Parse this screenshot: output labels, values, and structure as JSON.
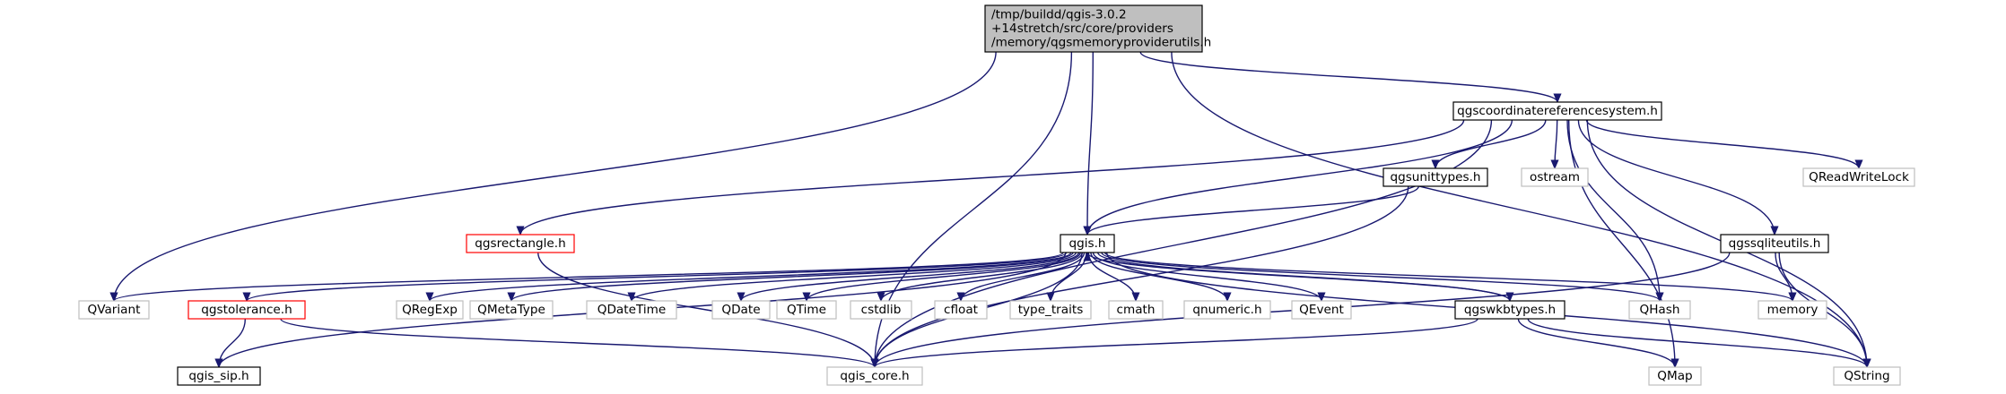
{
  "diagram": {
    "title": "",
    "colors": {
      "edge": "#191970",
      "root_fill": "#bfbfbf",
      "documented_border": "#000000",
      "truncated_border": "#ff0000",
      "external_border": "#bfbfbf",
      "external_text": "#000000"
    },
    "nodes": [
      {
        "id": "root",
        "label": "/tmp/buildd/qgis-3.0.2\n+14stretch/src/core/providers\n/memory/qgsmemoryproviderutils.h",
        "kind": "root"
      },
      {
        "id": "crs",
        "label": "qgscoordinatereferencesystem.h",
        "kind": "documented"
      },
      {
        "id": "unittypes",
        "label": "qgsunittypes.h",
        "kind": "documented"
      },
      {
        "id": "ostream",
        "label": "ostream",
        "kind": "external"
      },
      {
        "id": "qreadwritelock",
        "label": "QReadWriteLock",
        "kind": "external"
      },
      {
        "id": "sqliteutils",
        "label": "qgssqliteutils.h",
        "kind": "documented"
      },
      {
        "id": "rectangle",
        "label": "qgsrectangle.h",
        "kind": "truncated"
      },
      {
        "id": "qgis",
        "label": "qgis.h",
        "kind": "documented"
      },
      {
        "id": "qvariant",
        "label": "QVariant",
        "kind": "external"
      },
      {
        "id": "tolerance",
        "label": "qgstolerance.h",
        "kind": "truncated"
      },
      {
        "id": "qregexp",
        "label": "QRegExp",
        "kind": "external"
      },
      {
        "id": "qmetatype",
        "label": "QMetaType",
        "kind": "external"
      },
      {
        "id": "qdatetime",
        "label": "QDateTime",
        "kind": "external"
      },
      {
        "id": "qdate",
        "label": "QDate",
        "kind": "external"
      },
      {
        "id": "qtime",
        "label": "QTime",
        "kind": "external"
      },
      {
        "id": "cstdlib",
        "label": "cstdlib",
        "kind": "external"
      },
      {
        "id": "cfloat",
        "label": "cfloat",
        "kind": "external"
      },
      {
        "id": "type_traits",
        "label": "type_traits",
        "kind": "external"
      },
      {
        "id": "cmath",
        "label": "cmath",
        "kind": "external"
      },
      {
        "id": "qnumeric",
        "label": "qnumeric.h",
        "kind": "external"
      },
      {
        "id": "qevent",
        "label": "QEvent",
        "kind": "external"
      },
      {
        "id": "wkbtypes",
        "label": "qgswkbtypes.h",
        "kind": "documented"
      },
      {
        "id": "qhash",
        "label": "QHash",
        "kind": "external"
      },
      {
        "id": "memory",
        "label": "memory",
        "kind": "external"
      },
      {
        "id": "qgis_sip",
        "label": "qgis_sip.h",
        "kind": "documented"
      },
      {
        "id": "qgis_core",
        "label": "qgis_core.h",
        "kind": "external"
      },
      {
        "id": "qmap",
        "label": "QMap",
        "kind": "external"
      },
      {
        "id": "qstring",
        "label": "QString",
        "kind": "external"
      }
    ],
    "edges": [
      [
        "root",
        "qgis_core"
      ],
      [
        "root",
        "qvariant"
      ],
      [
        "root",
        "qgis"
      ],
      [
        "root",
        "crs"
      ],
      [
        "root",
        "qstring"
      ],
      [
        "crs",
        "qgis_core"
      ],
      [
        "crs",
        "rectangle"
      ],
      [
        "crs",
        "qgis"
      ],
      [
        "crs",
        "unittypes"
      ],
      [
        "crs",
        "ostream"
      ],
      [
        "crs",
        "qhash"
      ],
      [
        "crs",
        "sqliteutils"
      ],
      [
        "crs",
        "qmap"
      ],
      [
        "crs",
        "qreadwritelock"
      ],
      [
        "crs",
        "qstring"
      ],
      [
        "unittypes",
        "qgis"
      ],
      [
        "unittypes",
        "qgis_core"
      ],
      [
        "rectangle",
        "qgis_core"
      ],
      [
        "sqliteutils",
        "memory"
      ],
      [
        "sqliteutils",
        "qgis_core"
      ],
      [
        "sqliteutils",
        "qstring"
      ],
      [
        "qgis",
        "qvariant"
      ],
      [
        "qgis",
        "qgis_sip"
      ],
      [
        "qgis",
        "tolerance"
      ],
      [
        "qgis",
        "qregexp"
      ],
      [
        "qgis",
        "qmetatype"
      ],
      [
        "qgis",
        "qdatetime"
      ],
      [
        "qgis",
        "qdate"
      ],
      [
        "qgis",
        "qtime"
      ],
      [
        "qgis",
        "cstdlib"
      ],
      [
        "qgis",
        "cfloat"
      ],
      [
        "qgis",
        "type_traits"
      ],
      [
        "qgis",
        "cmath"
      ],
      [
        "qgis",
        "qnumeric"
      ],
      [
        "qgis",
        "qevent"
      ],
      [
        "qgis",
        "wkbtypes"
      ],
      [
        "qgis",
        "qhash"
      ],
      [
        "qgis",
        "memory"
      ],
      [
        "qgis",
        "qstring"
      ],
      [
        "qgis",
        "qgis_core"
      ],
      [
        "tolerance",
        "qgis_sip"
      ],
      [
        "tolerance",
        "qgis_core"
      ],
      [
        "wkbtypes",
        "qgis"
      ],
      [
        "wkbtypes",
        "qgis_core"
      ],
      [
        "wkbtypes",
        "qmap"
      ],
      [
        "wkbtypes",
        "qstring"
      ]
    ]
  }
}
